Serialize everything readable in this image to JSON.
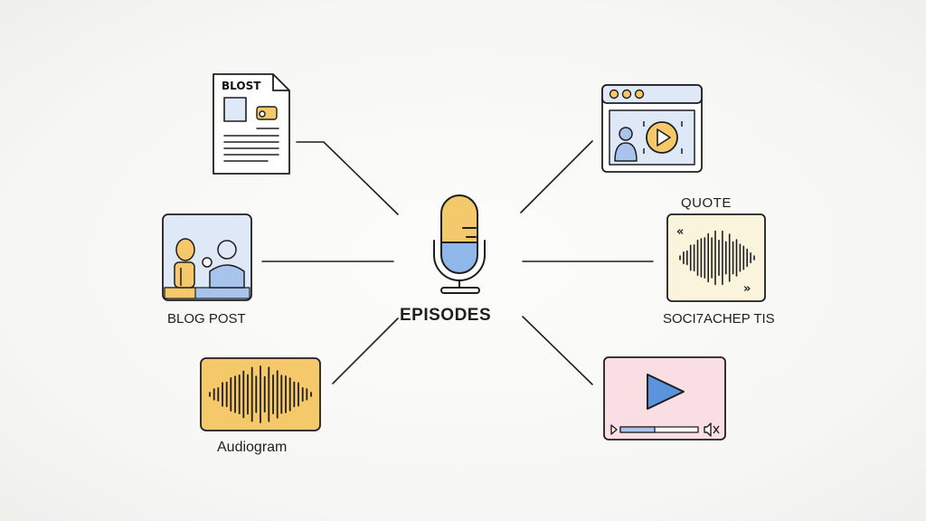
{
  "diagram": {
    "center": {
      "title": "EPISODES",
      "icon": "microphone-icon"
    },
    "nodes": [
      {
        "id": "blog-document",
        "heading": "BLOST",
        "icon": "document-icon",
        "label": ""
      },
      {
        "id": "blog-post",
        "label": "BLOG POST",
        "icon": "video-call-illustration"
      },
      {
        "id": "audiogram",
        "label": "Audiogram",
        "icon": "waveform-icon"
      },
      {
        "id": "video-clip-window",
        "label": "",
        "icon": "browser-video-icon"
      },
      {
        "id": "quote-card",
        "label": "QUOTE",
        "caption": "SOCI7ACHEP TIS",
        "icon": "quote-waveform-card"
      },
      {
        "id": "video-player",
        "label": "",
        "icon": "video-player-icon"
      }
    ],
    "colors": {
      "stroke": "#1e1e1e",
      "blue": "#a9c4ec",
      "blue_light": "#dfe8f7",
      "yellow": "#f5c86a",
      "cream": "#fbf4dc",
      "pink": "#f9dfe4",
      "mic_top": "#f4c96c",
      "mic_bottom": "#8fb7ea"
    }
  }
}
